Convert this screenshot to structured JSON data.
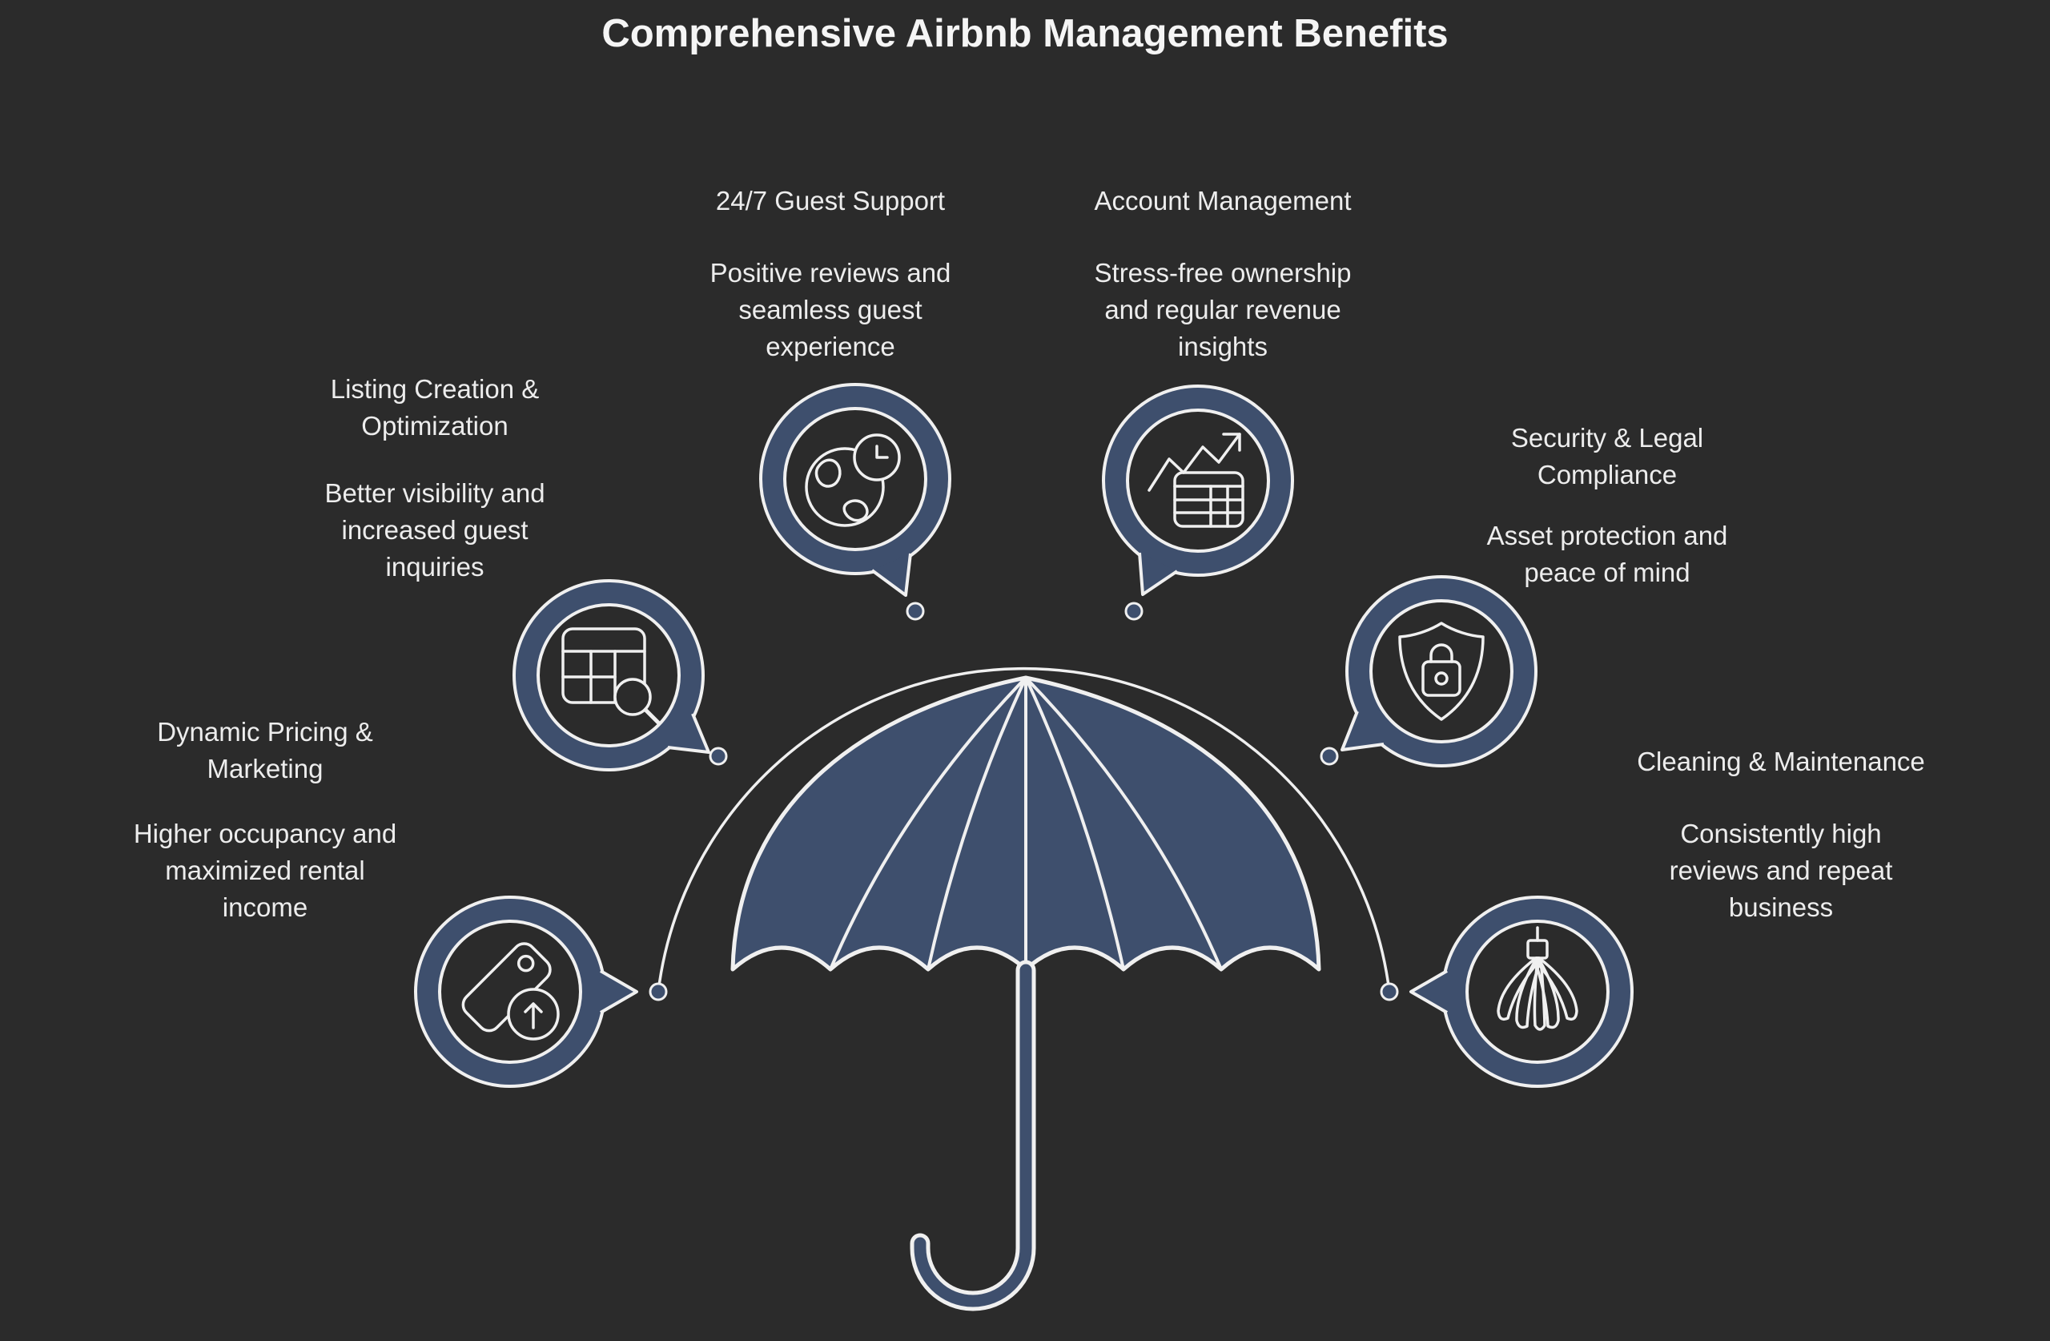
{
  "page_title": "Comprehensive Airbnb Management Benefits",
  "colors": {
    "background": "#2b2b2b",
    "accent_blue": "#3e4f6d",
    "line_white": "#f0f0f0",
    "text": "#ededed"
  },
  "central_illustration": "umbrella",
  "benefits": [
    {
      "id": "guest-support",
      "title": "24/7 Guest Support",
      "description": "Positive reviews and\nseamless guest\nexperience",
      "icon": "globe-clock-icon"
    },
    {
      "id": "account-management",
      "title": "Account Management",
      "description": "Stress-free ownership\nand regular revenue\ninsights",
      "icon": "chart-table-icon"
    },
    {
      "id": "listing-creation",
      "title": "Listing Creation &\nOptimization",
      "description": "Better visibility and\nincreased guest\ninquiries",
      "icon": "table-search-icon"
    },
    {
      "id": "security-compliance",
      "title": "Security & Legal\nCompliance",
      "description": "Asset protection and\npeace of mind",
      "icon": "shield-lock-icon"
    },
    {
      "id": "dynamic-pricing",
      "title": "Dynamic Pricing &\nMarketing",
      "description": "Higher occupancy and\nmaximized rental\nincome",
      "icon": "price-tag-up-arrow-icon"
    },
    {
      "id": "cleaning-maintenance",
      "title": "Cleaning & Maintenance",
      "description": "Consistently high\nreviews and repeat\nbusiness",
      "icon": "duster-icon"
    }
  ]
}
